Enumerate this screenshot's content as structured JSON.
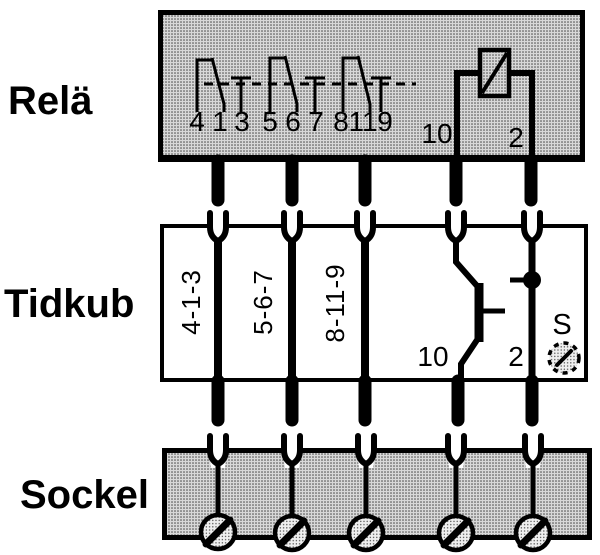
{
  "sections": {
    "relay": {
      "label": "Relä"
    },
    "timecube": {
      "label": "Tidkub"
    },
    "socket": {
      "label": "Sockel"
    }
  },
  "relay": {
    "contact_pin_numbers": [
      "4",
      "1",
      "3",
      "5",
      "6",
      "7",
      "8",
      "11",
      "9"
    ],
    "coil_pin_left": "10",
    "coil_pin_right": "2"
  },
  "timecube": {
    "contact_group_labels": [
      "4-1-3",
      "5-6-7",
      "8-11-9"
    ],
    "output_pin_label": "10",
    "coil_pin_label": "2",
    "adjustment_screw_label": "S"
  },
  "colors": {
    "ink": "#000000",
    "halftone_gray": "#d8d8d8",
    "background": "#ffffff"
  }
}
